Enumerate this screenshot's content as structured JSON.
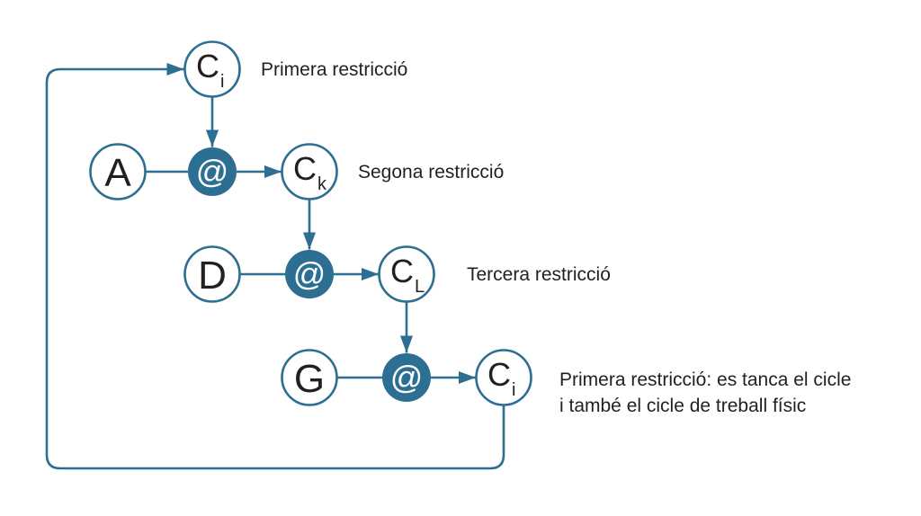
{
  "colors": {
    "accent": "#2d6e93",
    "ink": "#231f20",
    "nodeFill": "#ffffff",
    "atGlyph": "#ffffff",
    "background": "#ffffff"
  },
  "nodes": {
    "ci_top": {
      "label": "C",
      "sub": "i"
    },
    "a": {
      "label": "A"
    },
    "at1": {
      "label": "@"
    },
    "ck": {
      "label": "C",
      "sub": "k"
    },
    "d": {
      "label": "D"
    },
    "at2": {
      "label": "@"
    },
    "cl": {
      "label": "C",
      "sub": "L"
    },
    "g": {
      "label": "G"
    },
    "at3": {
      "label": "@"
    },
    "ci_bottom": {
      "label": "C",
      "sub": "i"
    }
  },
  "annotations": {
    "first": "Primera restricció",
    "second": "Segona restricció",
    "third": "Tercera restricció",
    "fourth": {
      "line1": "Primera restricció: es tanca el cicle",
      "line2": "i també el cicle de treball físic"
    }
  }
}
